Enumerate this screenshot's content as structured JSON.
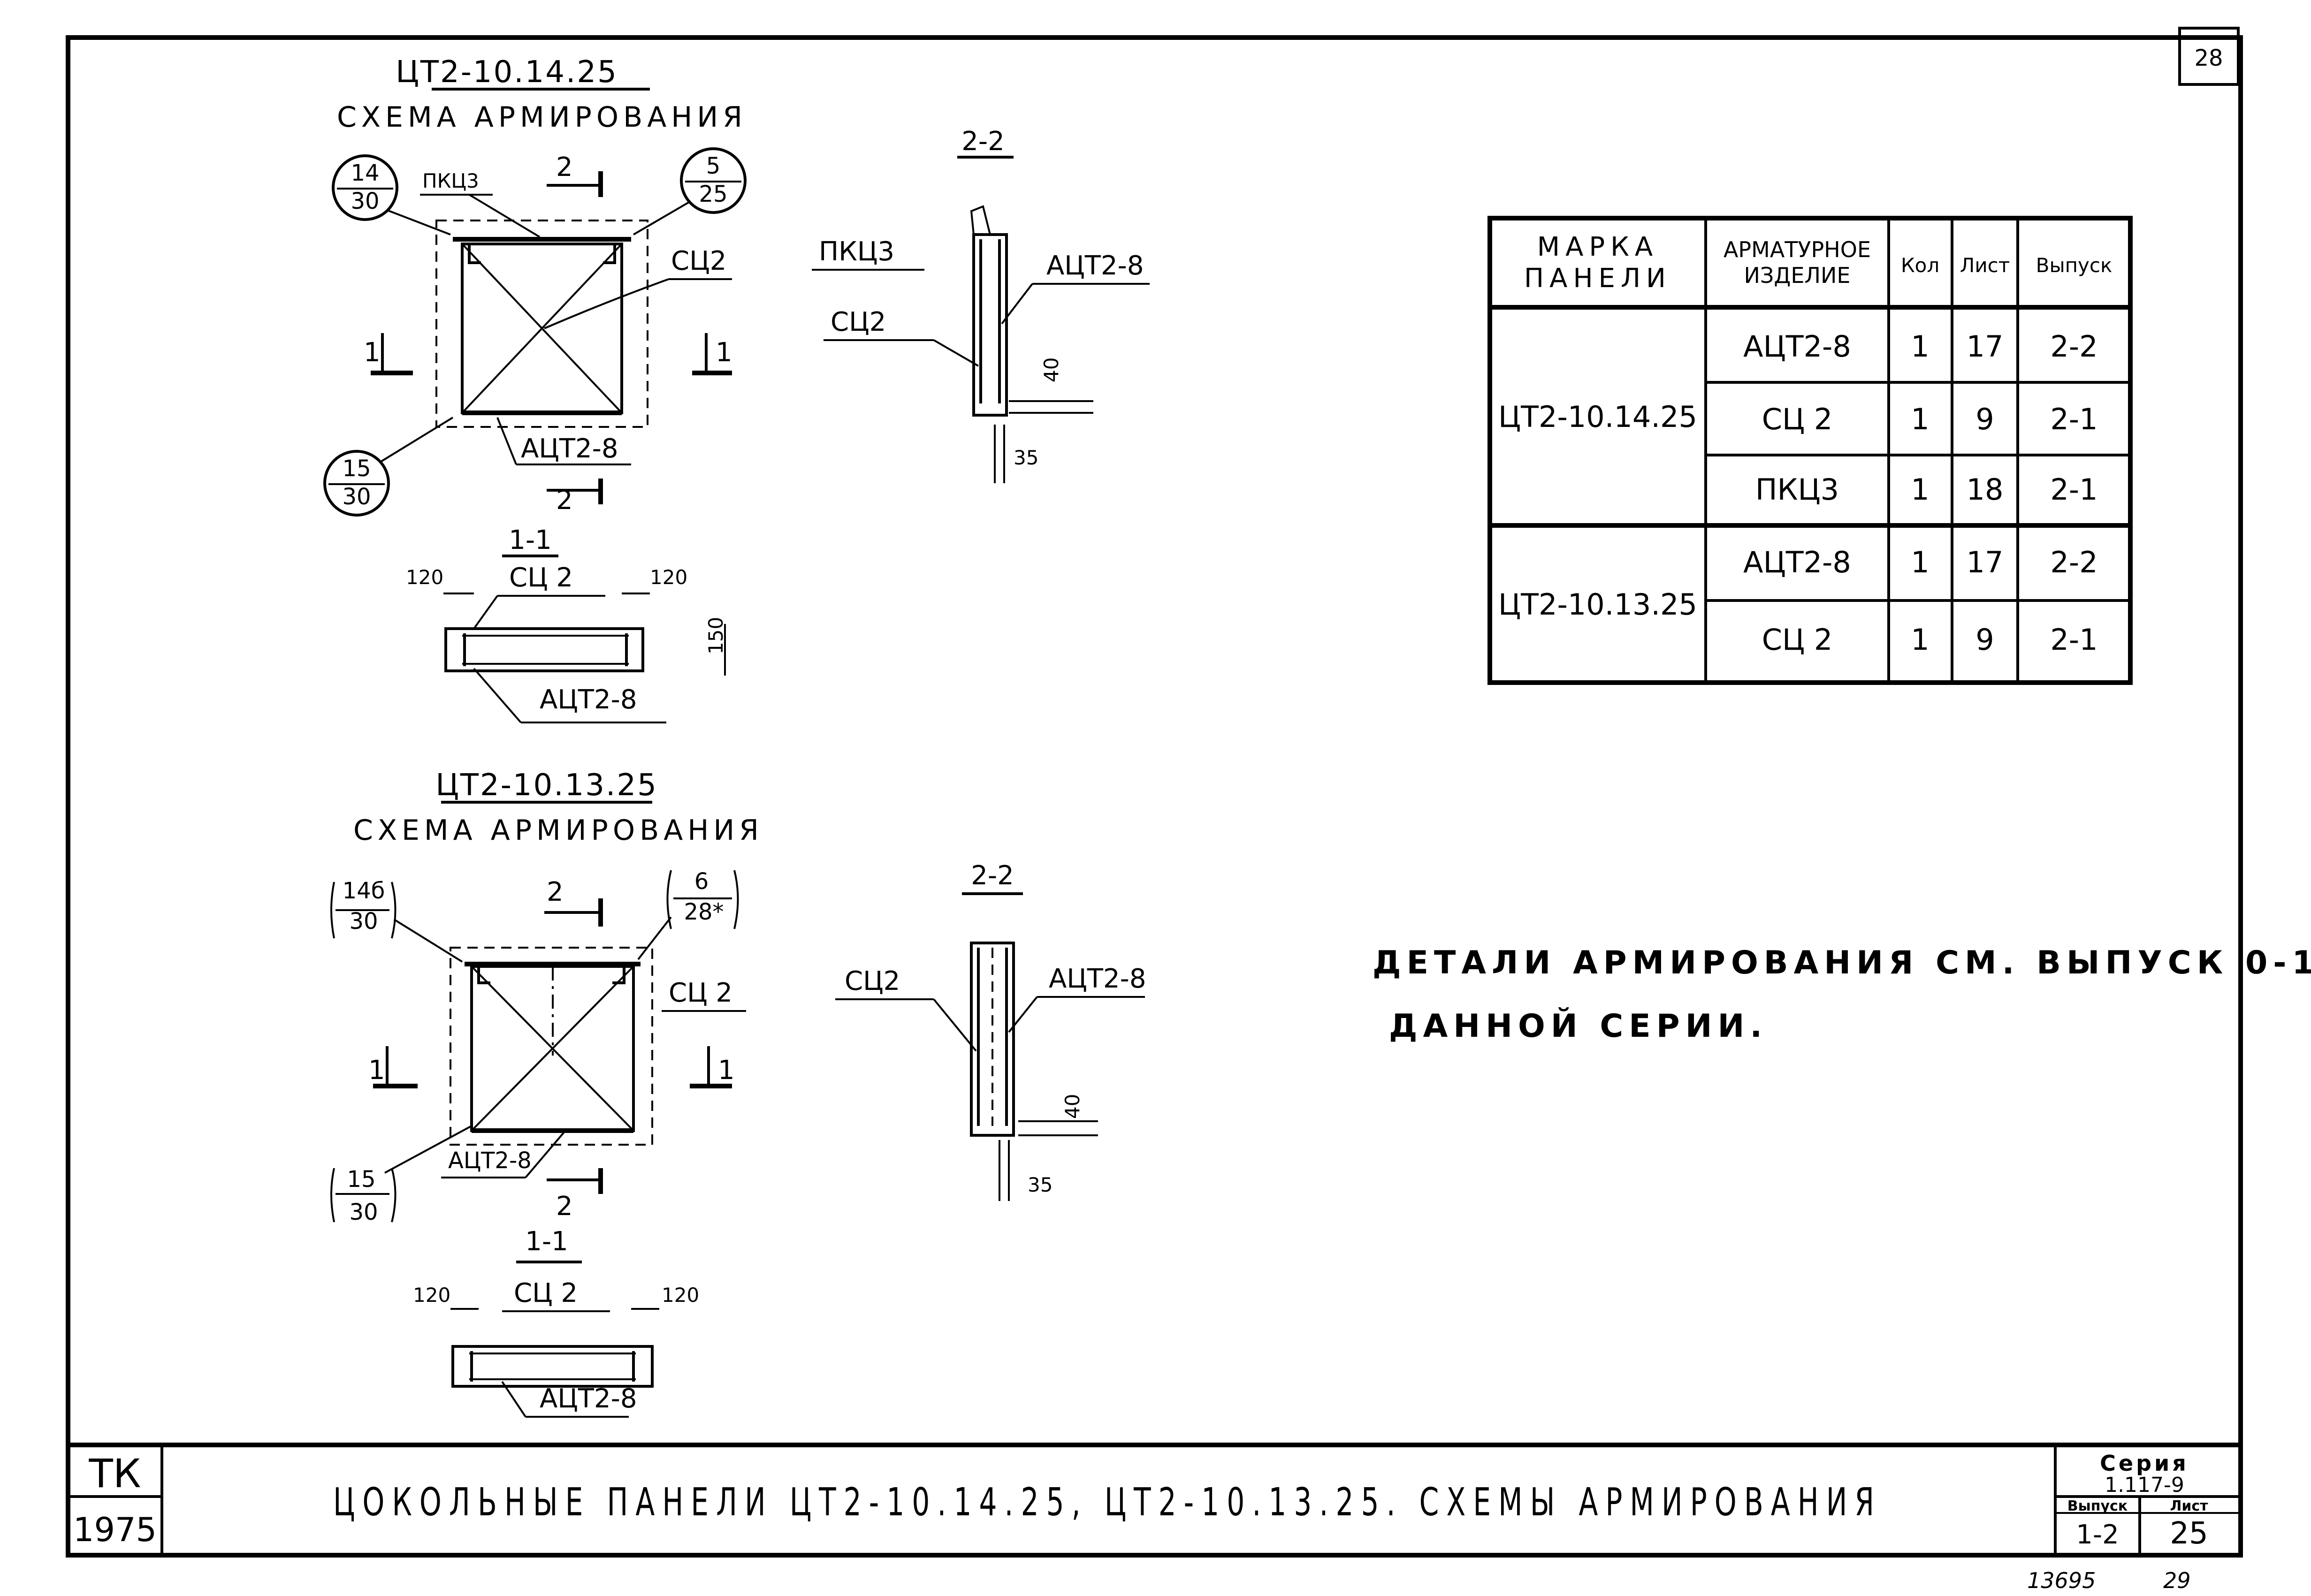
{
  "page_number": "28",
  "schemes": [
    {
      "mark": "ЦТ2-10.14.25",
      "subtitle": "СХЕМА АРМИРОВАНИЯ",
      "callouts": [
        "14",
        "30",
        "5",
        "25",
        "15",
        "30"
      ],
      "labels": {
        "top_left": "ПКЦ3",
        "right": "СЦ2",
        "bottom": "АЦТ2-8"
      },
      "section_mark_num": "2",
      "section_side_num": "1",
      "section_1_1": {
        "title": "1-1",
        "top_label": "СЦ 2",
        "left_dim": "120",
        "right_dim": "120",
        "height_dim": "150",
        "bottom_label": "АЦТ2-8"
      },
      "section_2_2": {
        "title": "2-2",
        "labels": [
          "ПКЦ3",
          "СЦ2",
          "АЦТ2-8"
        ],
        "dim_v": "40",
        "dim_h": "35"
      }
    },
    {
      "mark": "ЦТ2-10.13.25",
      "subtitle": "СХЕМА АРМИРОВАНИЯ",
      "callouts": [
        "14б",
        "30",
        "6",
        "28*",
        "15",
        "30"
      ],
      "labels": {
        "right": "СЦ 2",
        "bottom": "АЦТ2-8"
      },
      "section_mark_num": "2",
      "section_side_num": "1",
      "section_1_1": {
        "title": "1-1",
        "top_label": "СЦ 2",
        "left_dim": "120",
        "right_dim": "120",
        "bottom_label": "АЦТ2-8"
      },
      "section_2_2": {
        "title": "2-2",
        "labels": [
          "СЦ2",
          "АЦТ2-8"
        ],
        "dim_v": "40",
        "dim_h": "35"
      }
    }
  ],
  "table": {
    "headers": [
      "МАРКА ПАНЕЛИ",
      "АРМАТУРНОЕ ИЗДЕЛИЕ",
      "Кол",
      "Лист",
      "Выпуск"
    ],
    "groups": [
      {
        "panel": "ЦТ2-10.14.25",
        "rows": [
          {
            "item": "АЦТ2-8",
            "qty": "1",
            "sheet": "17",
            "issue": "2-2"
          },
          {
            "item": "СЦ 2",
            "qty": "1",
            "sheet": "9",
            "issue": "2-1"
          },
          {
            "item": "ПКЦ3",
            "qty": "1",
            "sheet": "18",
            "issue": "2-1"
          }
        ]
      },
      {
        "panel": "ЦТ2-10.13.25",
        "rows": [
          {
            "item": "АЦТ2-8",
            "qty": "1",
            "sheet": "17",
            "issue": "2-2"
          },
          {
            "item": "СЦ 2",
            "qty": "1",
            "sheet": "9",
            "issue": "2-1"
          }
        ]
      }
    ]
  },
  "note": {
    "line1": "ДЕТАЛИ АРМИРОВАНИЯ СМ. ВЫПУСК 0-1",
    "line2": "ДАННОЙ СЕРИИ."
  },
  "title_block": {
    "org": "ТК",
    "year": "1975",
    "title": "ЦОКОЛЬНЫЕ ПАНЕЛИ ЦТ2-10.14.25, ЦТ2-10.13.25. СХЕМЫ АРМИРОВАНИЯ",
    "series_label": "Серия",
    "series_value": "1.117-9",
    "issue_label": "Выпуск",
    "issue_value": "1-2",
    "sheet_label": "Лист",
    "sheet_value": "25"
  },
  "stamps": {
    "inventory": "13695",
    "page": "29"
  }
}
